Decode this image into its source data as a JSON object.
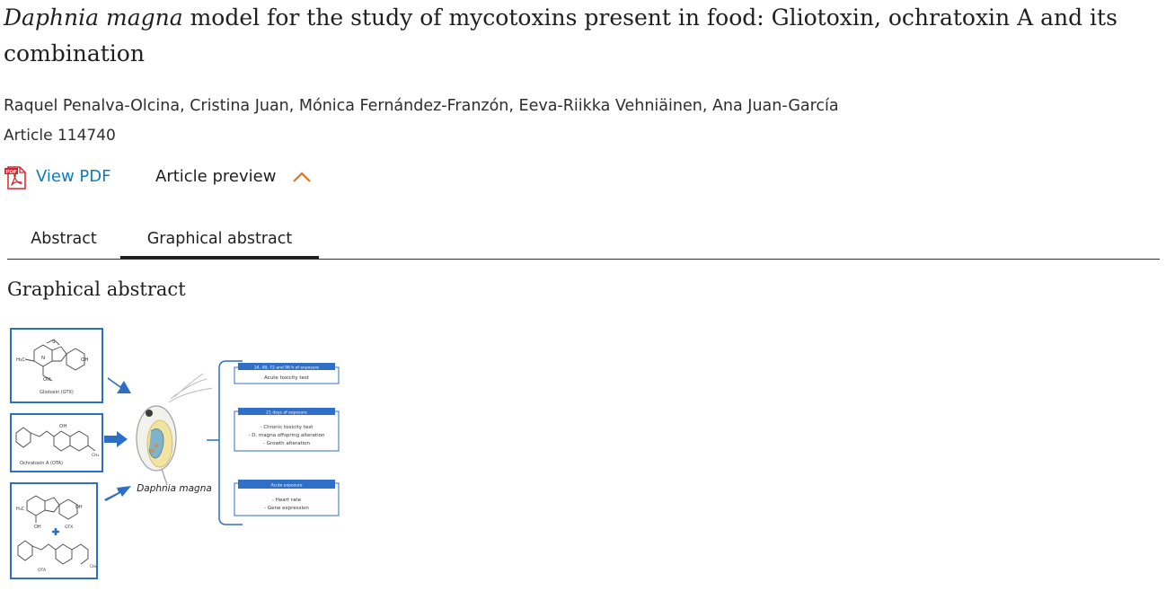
{
  "article": {
    "title_italic": "Daphnia magna",
    "title_rest": " model for the study of mycotoxins present in food: Gliotoxin, ochratoxin A and its combination",
    "authors": "Raquel Penalva-Olcina, Cristina Juan, Mónica Fernández-Franzón, Eeva-Riikka Vehniäinen, Ana Juan-García",
    "article_number": "Article 114740"
  },
  "actions": {
    "view_pdf_label": "View PDF",
    "article_preview_label": "Article preview",
    "pdf_icon_text": "PDF"
  },
  "tabs": [
    {
      "label": "Abstract",
      "active": false
    },
    {
      "label": "Graphical abstract",
      "active": true
    }
  ],
  "section": {
    "heading": "Graphical abstract"
  },
  "figure": {
    "gliotoxin_label": "Gliotoxin (GTX)",
    "ochratoxin_label": "Ochratoxin A (OTA)",
    "gtx_short": "GTX",
    "ota_short": "OTA",
    "organism_label": "Daphnia magna",
    "box1_header": "24, 48, 72 and 96 h of exposure",
    "box1_items": [
      "Acute toxicity test"
    ],
    "box2_header": "21 days of exposure",
    "box2_items": [
      "- Chronic toxicity test",
      "- D. magna offspring alteration",
      "- Growth alteration"
    ],
    "box3_header": "Acute exposure",
    "box3_items": [
      "- Heart rate",
      "- Gene expression"
    ],
    "chem_labels": {
      "h3c": "H₃C",
      "oh": "OH",
      "n": "N",
      "s": "S",
      "ch3": "CH₃"
    }
  },
  "colors": {
    "link": "#0c7dbb",
    "chevron": "#e9711c",
    "figure_blue": "#2d6fc4",
    "figure_header": "#2f6fc7",
    "pdf_red": "#d6232b"
  }
}
